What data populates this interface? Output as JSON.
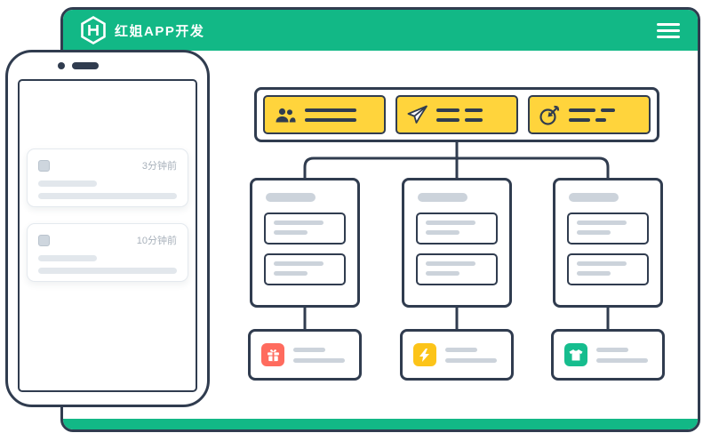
{
  "window": {
    "header": {
      "title": "红姐APP开发",
      "logo_icon": "hexagon-h-logo",
      "menu_icon": "hamburger-menu",
      "bg_color": "#12b886"
    },
    "theme": {
      "outline_color": "#303c4f",
      "card_yellow": "#ffd43c",
      "placeholder_gray": "#ccd3db",
      "footer_color": "#12b886"
    }
  },
  "phone": {
    "notifications": [
      {
        "icon": "app-square-placeholder",
        "time": "3分钟前"
      },
      {
        "icon": "app-square-placeholder",
        "time": "10分钟前"
      }
    ]
  },
  "flowchart": {
    "feature_cards": [
      {
        "icon": "users-icon",
        "color": "#ffd43c"
      },
      {
        "icon": "paper-plane-icon",
        "color": "#ffd43c"
      },
      {
        "icon": "target-arrow-icon",
        "color": "#ffd43c"
      }
    ],
    "branch_boxes": [
      {
        "items": 2
      },
      {
        "items": 2
      },
      {
        "items": 2
      }
    ],
    "result_cards": [
      {
        "icon": "gift-icon",
        "color": "#ff6b5e"
      },
      {
        "icon": "lightning-icon",
        "color": "#fcc419"
      },
      {
        "icon": "tshirt-icon",
        "color": "#16bd8e"
      }
    ]
  }
}
